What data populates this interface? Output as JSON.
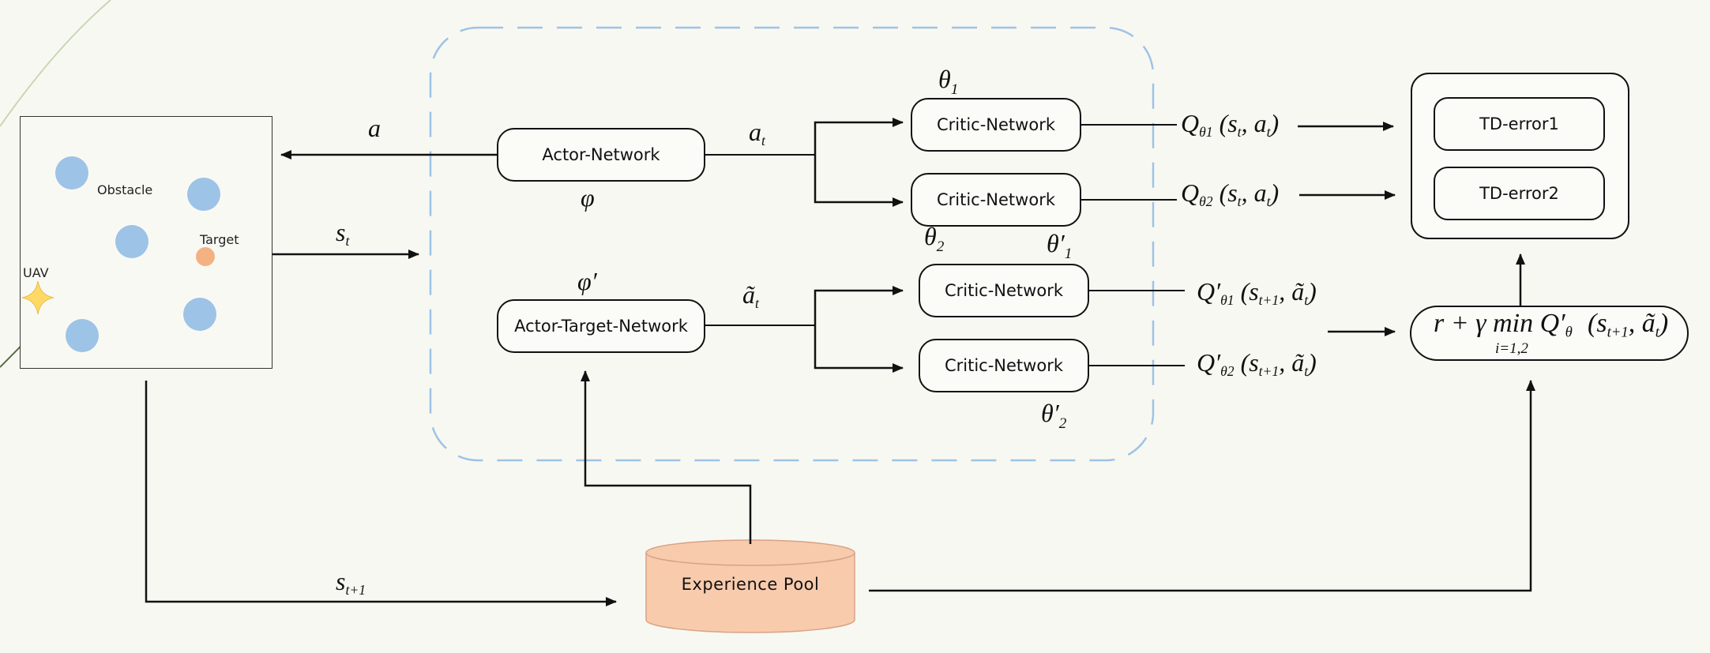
{
  "environment": {
    "obstacle_label": "Obstacle",
    "target_label": "Target",
    "uav_label": "UAV"
  },
  "networks": {
    "actor": "Actor-Network",
    "actor_target": "Actor-Target-Network",
    "critic": "Critic-Network"
  },
  "td": {
    "error1": "TD-error1",
    "error2": "TD-error2"
  },
  "pool": {
    "label": "Experience  Pool"
  },
  "symbols": {
    "a": "a",
    "s": "s",
    "sub_t": "t",
    "sub_t1": "t+1",
    "phi": "φ",
    "phi_prime": "φ′",
    "a_t": "a",
    "a_tilde": "ã",
    "theta": "θ",
    "theta_prime": "θ′",
    "one": "1",
    "two": "2"
  },
  "formulas": {
    "q1": "Q",
    "q2": "Q",
    "q1p": "Q′",
    "q2p": "Q′",
    "q1_args": "(s, a)",
    "target_main": "r + γ min Q′",
    "target_args": "(s, ã)",
    "target_sub": "i=1,2"
  },
  "colors": {
    "obstacle": "#9dc3e6",
    "target": "#f4b183",
    "uav": "#ffd966",
    "pool": "#f8cbad",
    "dashed": "#9dc3e6"
  }
}
